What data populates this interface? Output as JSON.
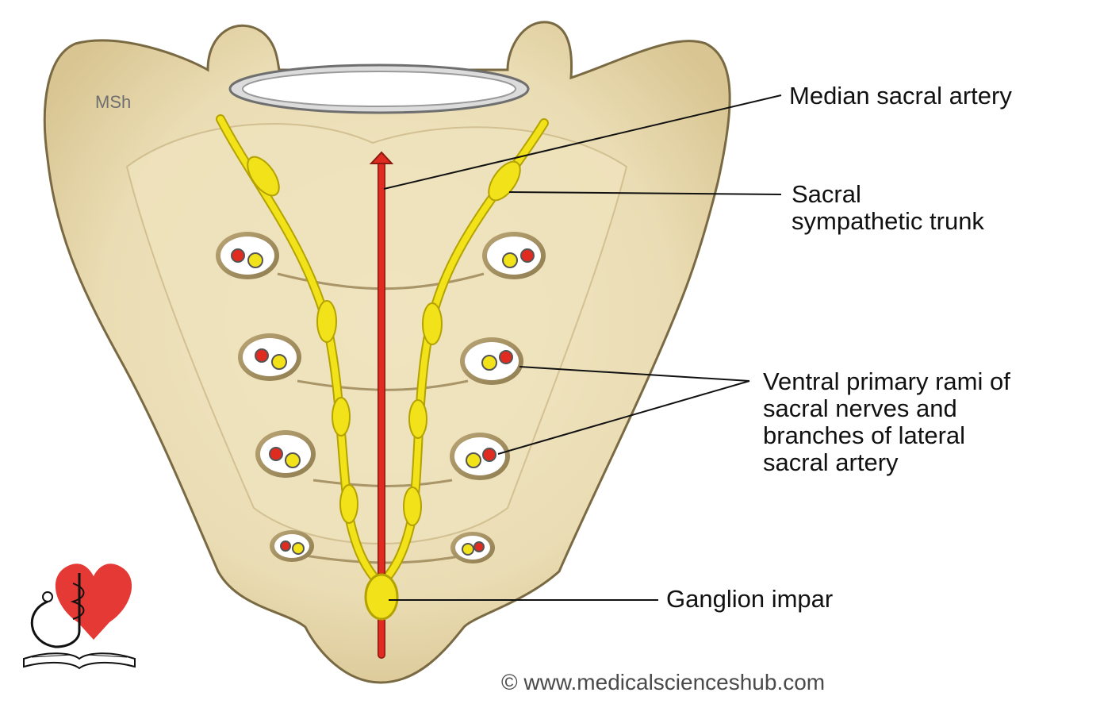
{
  "watermark": "MSh",
  "labels": {
    "median_sacral_artery": "Median sacral artery",
    "sacral_sympathetic_trunk_line1": "Sacral",
    "sacral_sympathetic_trunk_line2": "sympathetic trunk",
    "ventral_rami_line1": "Ventral primary rami of",
    "ventral_rami_line2": "sacral nerves and",
    "ventral_rami_line3": "branches of lateral",
    "ventral_rami_line4": "sacral artery",
    "ganglion_impar": "Ganglion impar"
  },
  "copyright": "© www.medicalscienceshub.com",
  "colors": {
    "bone": "#ede0b8",
    "bone_shadow": "#cdb98a",
    "nerve": "#f2e21a",
    "artery": "#e02b20",
    "logo_heart": "#e53935"
  },
  "icons": [
    "medical-logo-icon"
  ]
}
